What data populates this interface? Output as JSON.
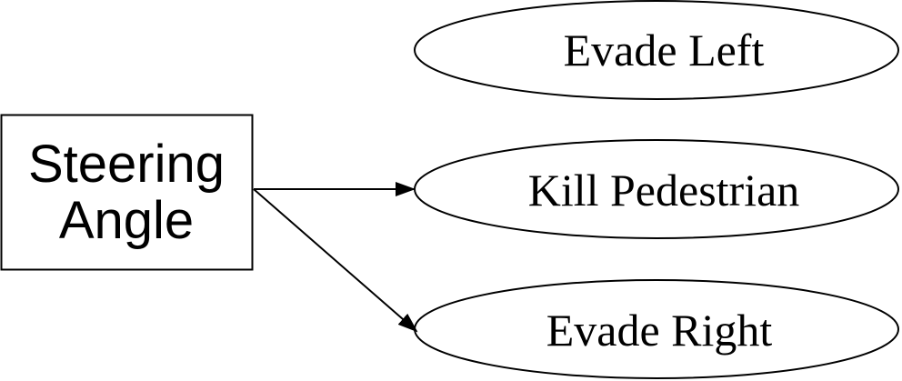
{
  "source_box": {
    "lines": [
      "Steering",
      "Angle"
    ]
  },
  "targets": [
    {
      "label": "Evade Left"
    },
    {
      "label": "Kill Pedestrian"
    },
    {
      "label": "Evade Right"
    }
  ],
  "colors": {
    "stroke": "#000000",
    "fill": "#ffffff"
  }
}
